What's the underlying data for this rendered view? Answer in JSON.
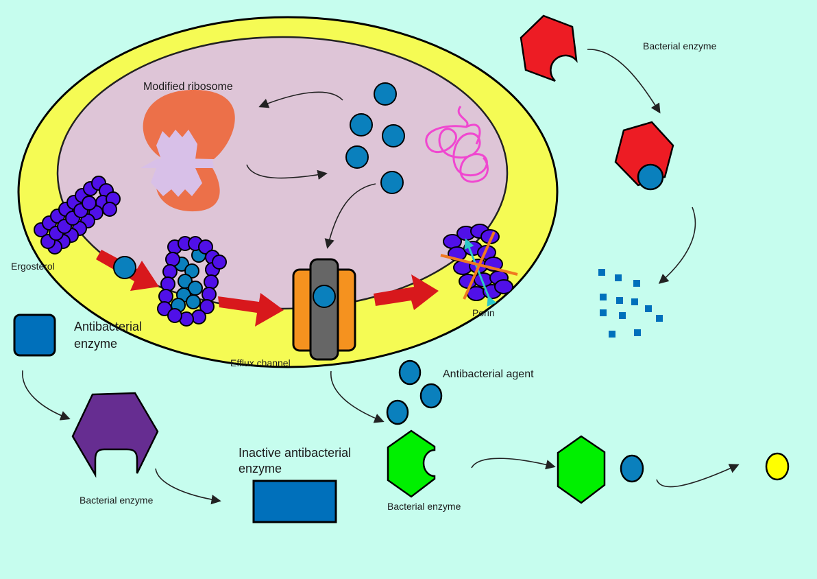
{
  "title": "Mechanisms of antibacterial resistance",
  "colors": {
    "background": "#c6fdee",
    "cell_wall": "#f5fb54",
    "cytoplasm": "#dec5d7",
    "ribosome": "#ec7049",
    "ribosome_core": "#d8c0e8",
    "agent": "#0a80bd",
    "ergosterol": "#5010e8",
    "red_arrow": "#d8181c",
    "efflux_outer": "#f5921f",
    "efflux_inner": "#666666",
    "red_enzyme": "#ed1c24",
    "purple_enzyme": "#662d91",
    "green_enzyme": "#00f000",
    "antibacterial_enzyme": "#0070bb",
    "product": "#ffff00",
    "dna": "#f047d0",
    "porin_arrow": "#2cc8c8",
    "porin_cross": "#f07820"
  },
  "labels": {
    "modified_ribosome": "Modified ribosome",
    "ergosterol": "Ergosterol",
    "efflux_channel": "Efflux channel",
    "porin": "Porin",
    "bacterial_enzyme_top": "Bacterial enzyme",
    "antibacterial_enzyme_1": "Antibacterial",
    "antibacterial_enzyme_2": "enzyme",
    "bacterial_enzyme_purple": "Bacterial enzyme",
    "inactive_1": "Inactive antibacterial",
    "inactive_2": "enzyme",
    "antibacterial_agent": "Antibacterial agent",
    "bacterial_enzyme_green": "Bacterial enzyme"
  }
}
